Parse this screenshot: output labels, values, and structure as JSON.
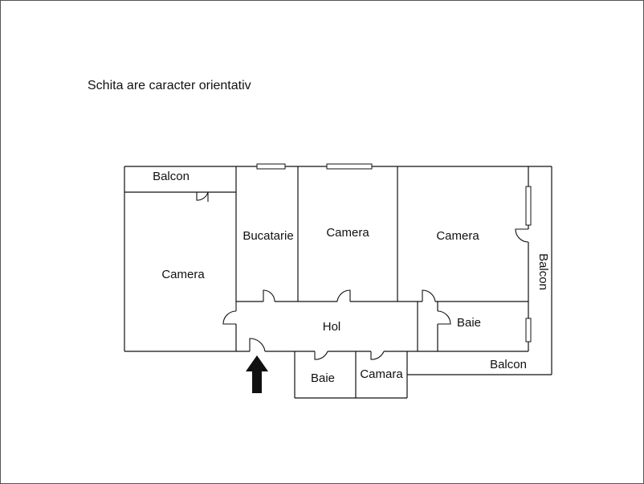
{
  "note": "Schita are caracter orientativ",
  "rooms": {
    "balcon_top": "Balcon",
    "camera_left": "Camera",
    "bucatarie": "Bucatarie",
    "camera_middle": "Camera",
    "camera_right": "Camera",
    "balcon_side": "Balcon",
    "hol": "Hol",
    "baie_right": "Baie",
    "baie_bottom": "Baie",
    "camara": "Camara",
    "balcon_bottom": "Balcon"
  },
  "colors": {
    "line": "#111111",
    "background": "#ffffff",
    "frame": "#555555"
  },
  "icons": {
    "entrance": "up-arrow-icon"
  }
}
